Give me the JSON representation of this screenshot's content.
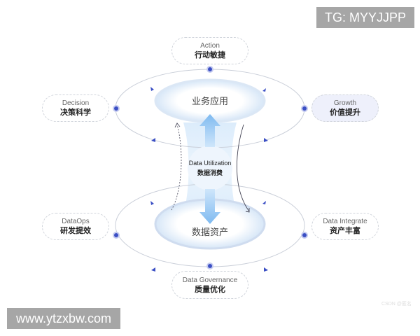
{
  "watermarks": {
    "top_right": "TG: MYYJJPP",
    "bottom_left": "www.ytzxbw.com",
    "csdn": "CSDN @匿名"
  },
  "center": {
    "top_label": "业务应用",
    "bottom_label": "数据资产",
    "middle_en": "Data Utilization",
    "middle_zh": "数据消费"
  },
  "nodes": {
    "action": {
      "en": "Action",
      "zh": "行动敏捷"
    },
    "decision": {
      "en": "Decision",
      "zh": "决策科学"
    },
    "growth": {
      "en": "Growth",
      "zh": "价值提升"
    },
    "dataops": {
      "en": "DataOps",
      "zh": "研发提效"
    },
    "integrate": {
      "en": "Data Integrate",
      "zh": "资产丰富"
    },
    "governance": {
      "en": "Data Governance",
      "zh": "质量优化"
    }
  },
  "colors": {
    "dot": "#3b4fc4",
    "ellipse": "#c9ced8",
    "accent": "#8cc3f0",
    "growth_bg": "#eef0fb"
  }
}
